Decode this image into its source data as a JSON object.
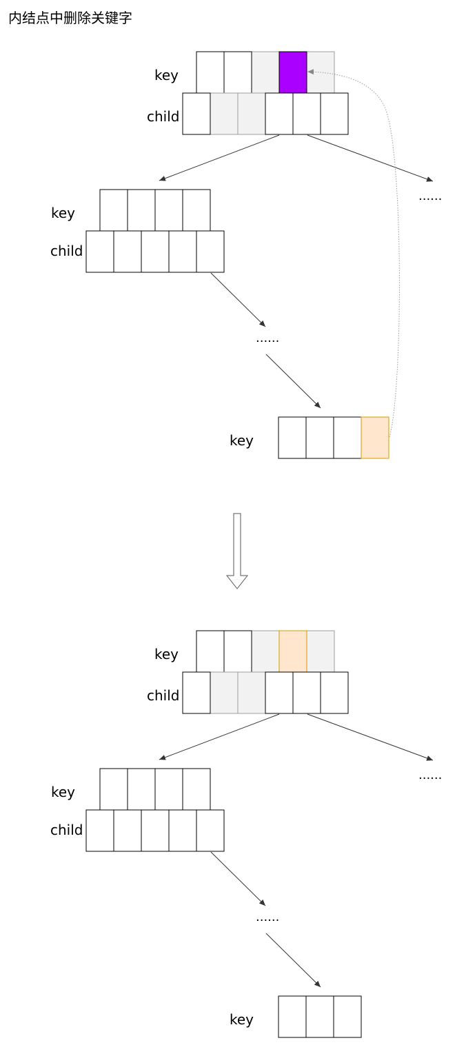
{
  "title": "内结点中删除关键字",
  "labels": {
    "key": "key",
    "child": "child",
    "ellipsis": "......"
  },
  "colors": {
    "cell_border": "#000000",
    "cell_light_border": "#9e9e9e",
    "cell_fill": "#ffffff",
    "cell_light_fill": "#f2f2f2",
    "deleted_key": "#aa00ff",
    "predecessor_key": "#ffe6cc",
    "predecessor_border": "#d79b00",
    "arrow": "#333333",
    "dotted_arrow": "#999999"
  },
  "before": {
    "root_keys": [
      "normal",
      "normal",
      "light",
      "deleted",
      "light"
    ],
    "root_children": [
      "normal",
      "light",
      "light",
      "normal",
      "normal",
      "normal"
    ],
    "left_child_keys": [
      "normal",
      "normal",
      "normal",
      "normal"
    ],
    "left_child_children": [
      "normal",
      "normal",
      "normal",
      "normal",
      "normal"
    ],
    "leaf_keys": [
      "normal",
      "normal",
      "normal",
      "predecessor"
    ]
  },
  "after": {
    "root_keys": [
      "normal",
      "normal",
      "light",
      "predecessor",
      "light"
    ],
    "root_children": [
      "normal",
      "light",
      "light",
      "normal",
      "normal",
      "normal"
    ],
    "left_child_keys": [
      "normal",
      "normal",
      "normal",
      "normal"
    ],
    "left_child_children": [
      "normal",
      "normal",
      "normal",
      "normal",
      "normal"
    ],
    "leaf_keys": [
      "normal",
      "normal",
      "normal"
    ]
  }
}
